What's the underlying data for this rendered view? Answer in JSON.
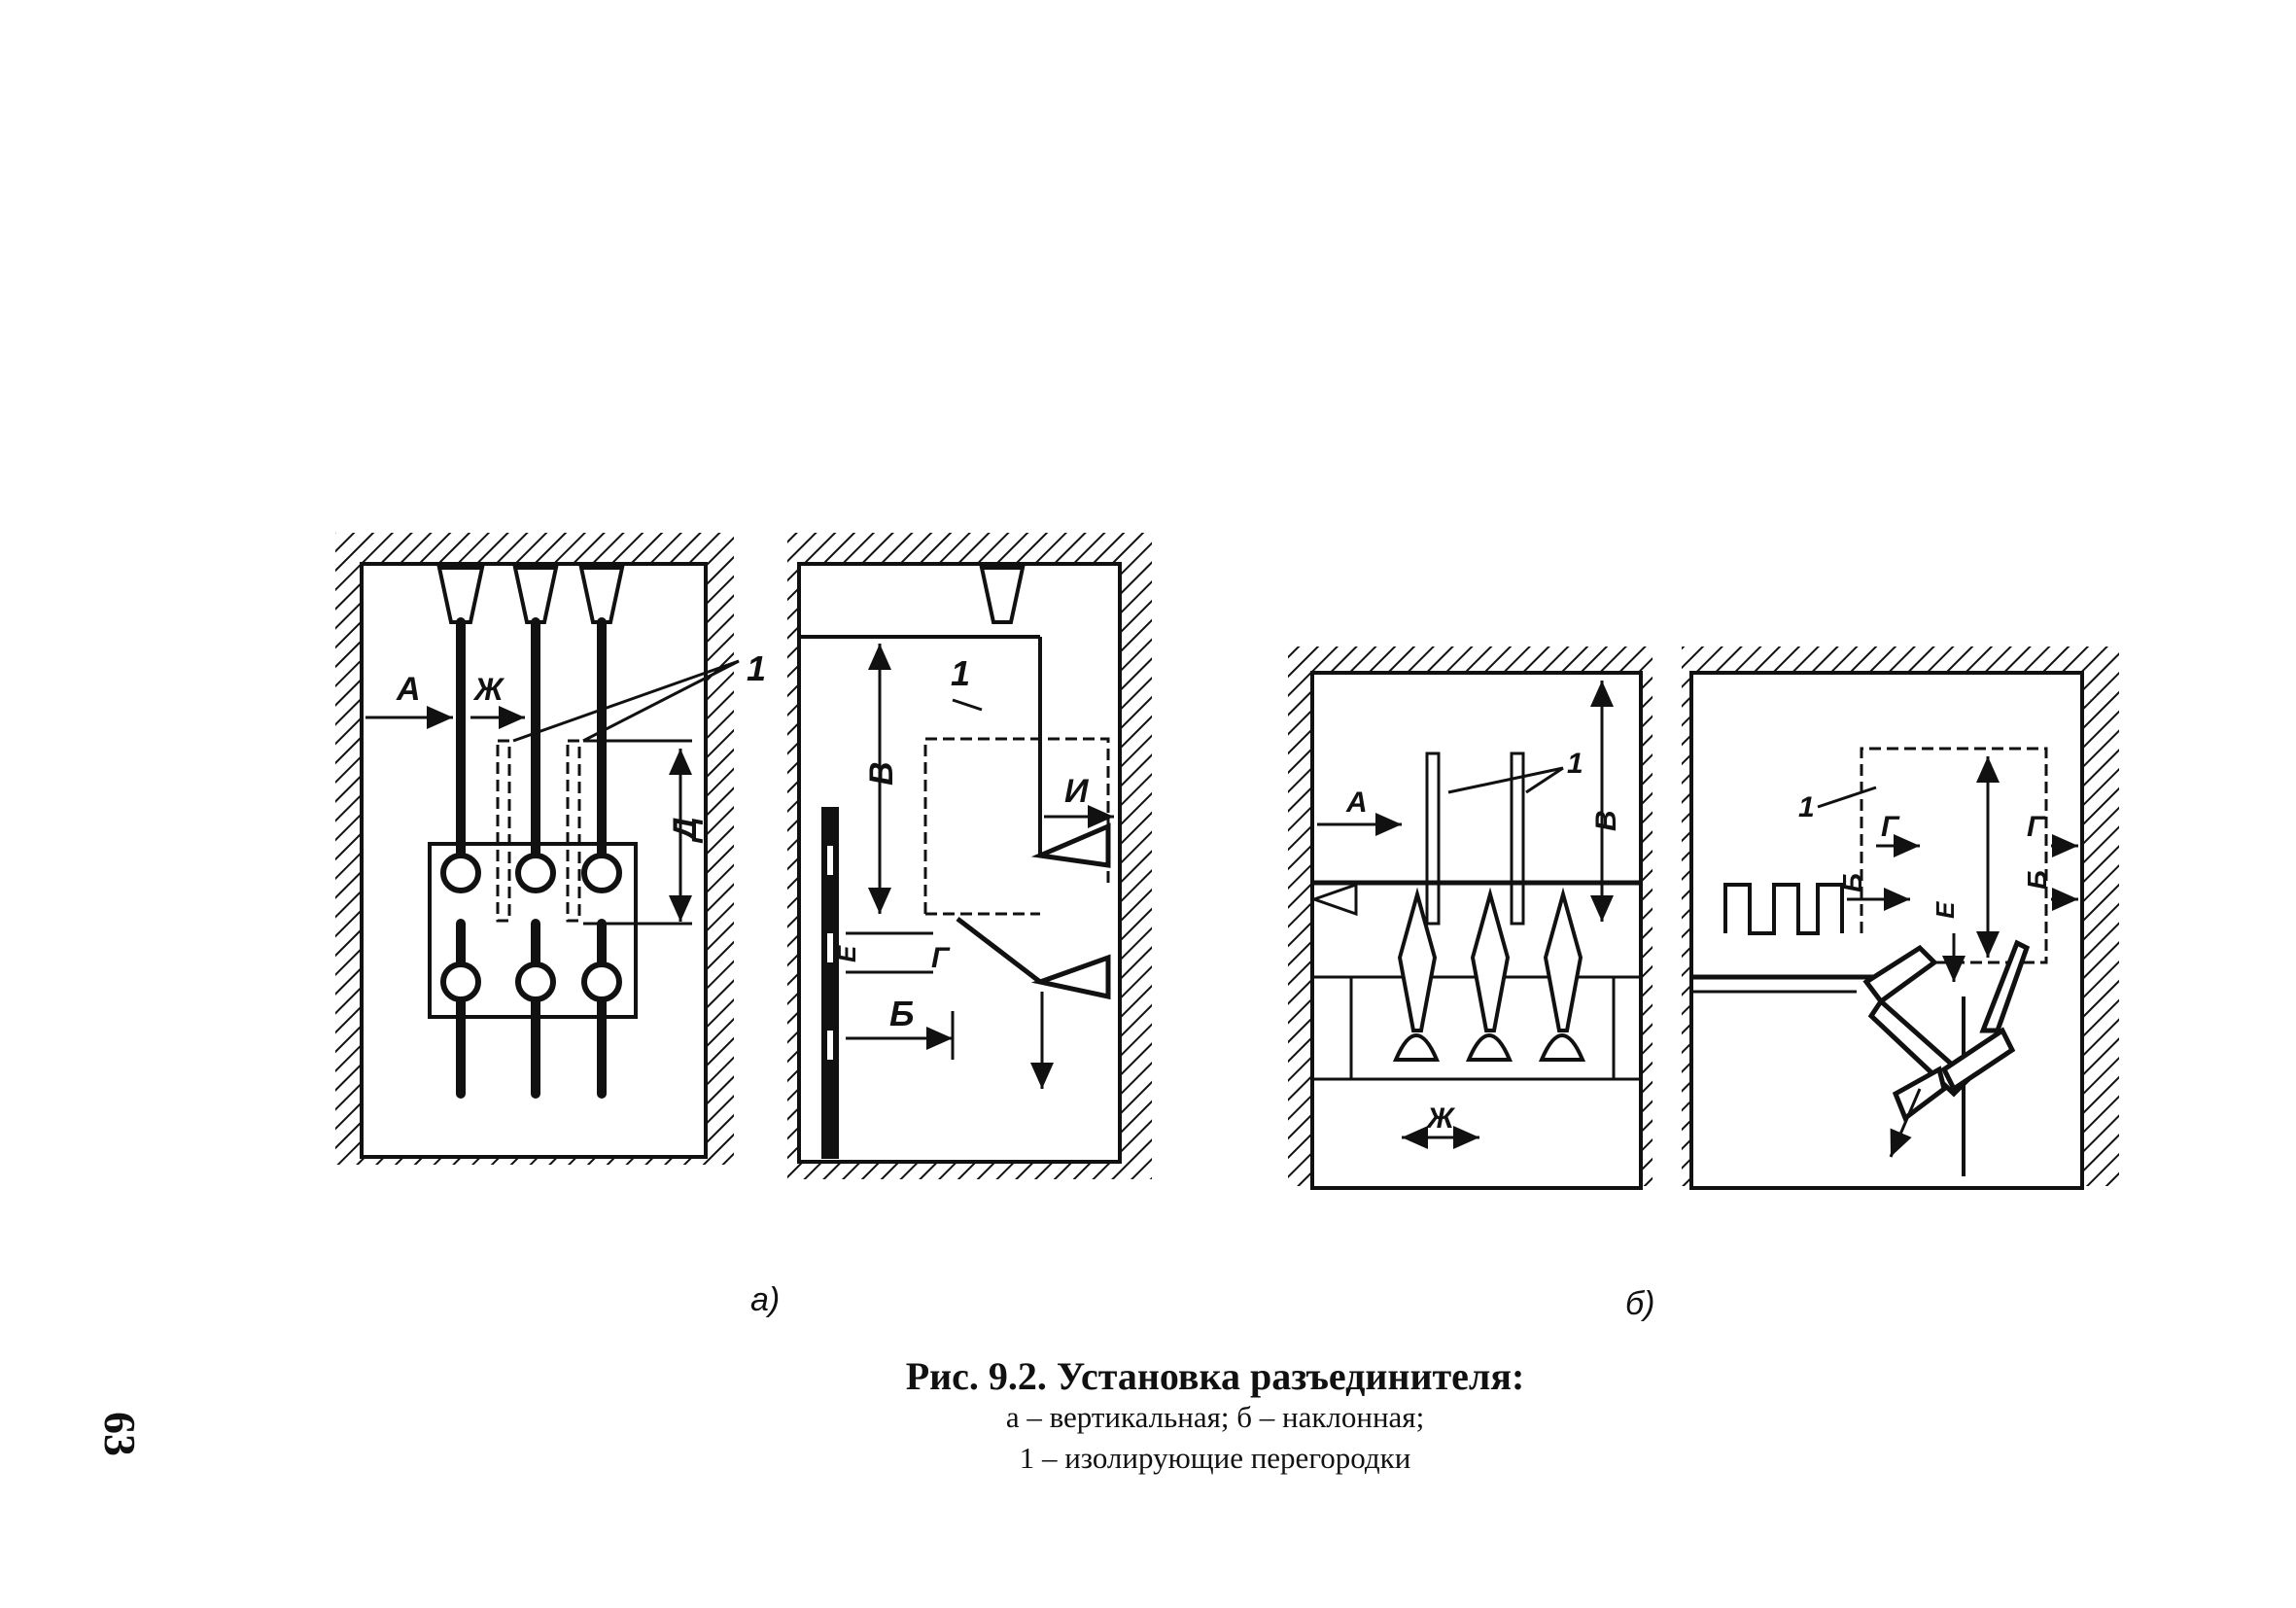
{
  "figure": {
    "sublabel_a": "а)",
    "sublabel_b": "б)",
    "labels": {
      "A": "А",
      "ZH": "Ж",
      "D": "Д",
      "V": "В",
      "I": "И",
      "G": "Г",
      "B": "Б",
      "E": "Е",
      "one": "1"
    }
  },
  "caption": {
    "title": "Рис. 9.2. Установка разъединителя:",
    "line1": "а – вертикальная; б – наклонная;",
    "line2": "1 – изолирующие перегородки"
  },
  "page_number": "63"
}
